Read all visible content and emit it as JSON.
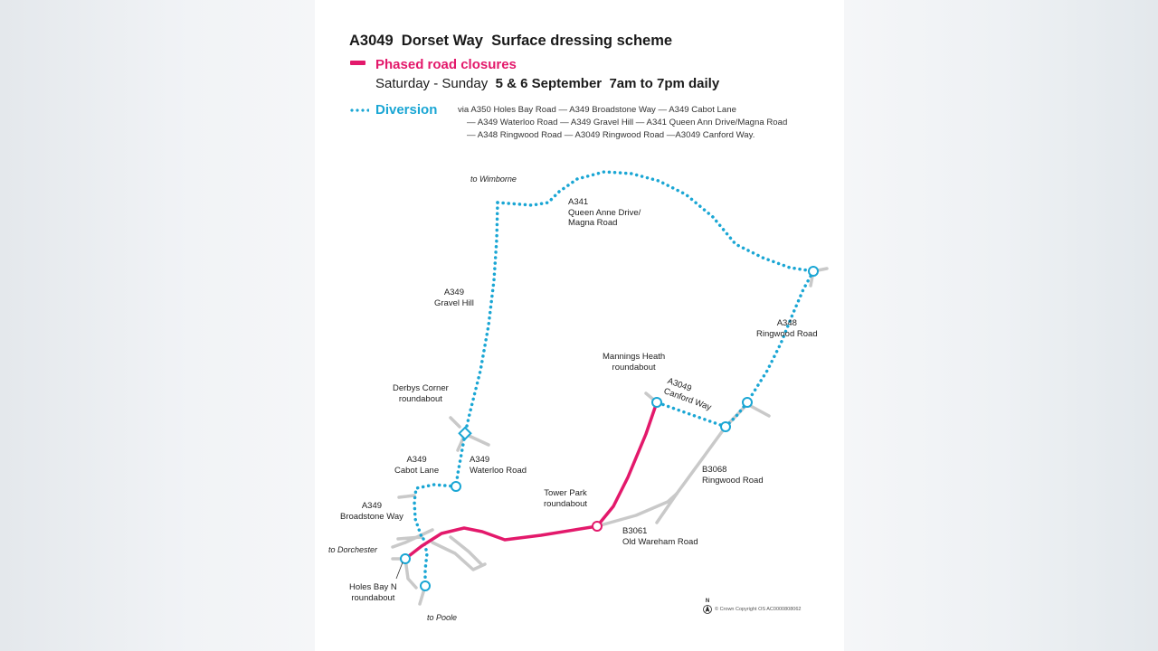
{
  "notice": {
    "title": "A3049  Dorset Way  Surface dressing scheme",
    "legend": {
      "closure_label": "Phased road closures",
      "schedule_prefix": "Saturday - Sunday  ",
      "schedule_dates": "5 & 6 September",
      "schedule_sep": "  ",
      "schedule_times": "7am to 7pm daily",
      "diversion_label": "Diversion",
      "route_line1": "via A350 Holes Bay Road — A349 Broadstone Way — A349 Cabot Lane",
      "route_line2": "— A349 Waterloo Road — A349 Gravel Hill — A341 Queen Ann Drive/Magna Road",
      "route_line3": "— A348 Ringwood Road — A3049 Ringwood Road —A3049 Canford Way."
    },
    "colors": {
      "closure": "#e3196b",
      "diversion": "#1aa6d4",
      "other_roads": "#c9c9c9"
    }
  },
  "map": {
    "labels": {
      "to_wimborne": "to Wimborne",
      "a341_line1": "A341",
      "a341_line2": "Queen Anne Drive/",
      "a341_line3": "Magna Road",
      "a349_gravel_line1": "A349",
      "a349_gravel_line2": "Gravel Hill",
      "a348_line1": "A348",
      "a348_line2": "Ringwood Road",
      "mannings_line1": "Mannings Heath",
      "mannings_line2": "roundabout",
      "a3049_canford_line1": "A3049",
      "a3049_canford_line2": "Canford Way",
      "derbys_line1": "Derbys Corner",
      "derbys_line2": "roundabout",
      "a349_cabot_line1": "A349",
      "a349_cabot_line2": "Cabot Lane",
      "a349_waterloo_line1": "A349",
      "a349_waterloo_line2": "Waterloo Road",
      "b3068_line1": "B3068",
      "b3068_line2": "Ringwood Road",
      "tower_park_line1": "Tower Park",
      "tower_park_line2": "roundabout",
      "a349_broadstone_line1": "A349",
      "a349_broadstone_line2": "Broadstone Way",
      "b3061_line1": "B3061",
      "b3061_line2": "Old Wareham Road",
      "to_dorchester": "to Dorchester",
      "holes_bay_line1": "Holes Bay N",
      "holes_bay_line2": "roundabout",
      "to_poole": "to Poole"
    },
    "north_label": "N",
    "copyright": "© Crown Copyright OS AC0000808062"
  }
}
